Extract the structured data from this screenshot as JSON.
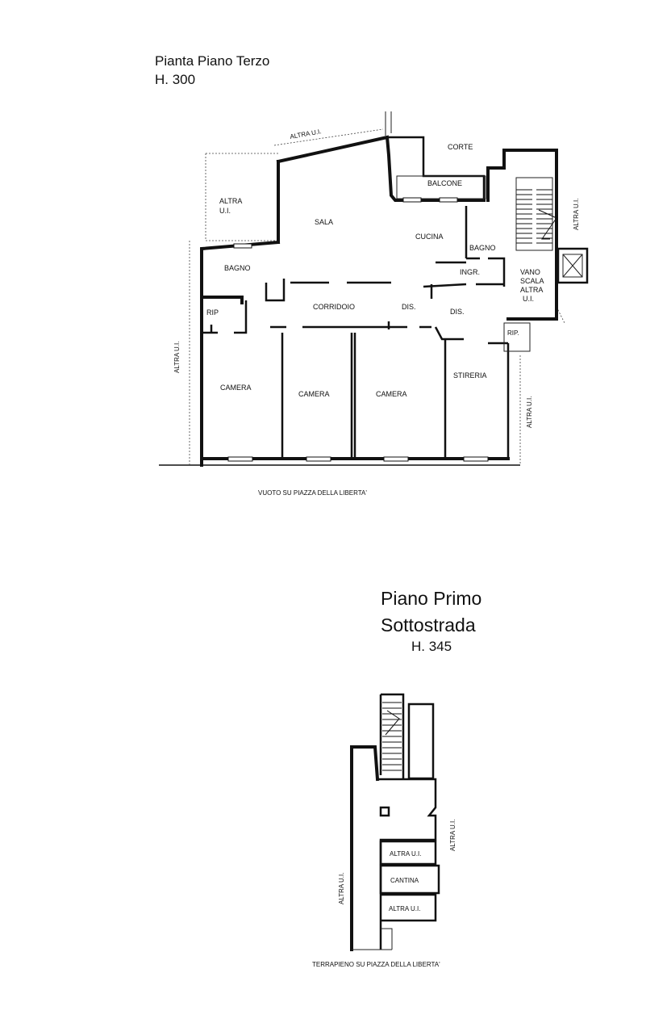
{
  "third_floor": {
    "title": "Pianta Piano Terzo",
    "height": "H. 300",
    "rooms": {
      "altra_ui_top": "ALTRA U.I.",
      "corte": "CORTE",
      "balcone": "BALCONE",
      "altra_ui_left_1": "ALTRA",
      "altra_ui_left_2": "U.I.",
      "sala": "SALA",
      "cucina": "CUCINA",
      "bagno_right": "BAGNO",
      "bagno_left": "BAGNO",
      "ingr": "INGR.",
      "vano_1": "VANO",
      "vano_2": "SCALA",
      "vano_3": "ALTRA",
      "vano_4": "U.I.",
      "rip_left": "RIP",
      "corridoio": "CORRIDOIO",
      "dis_1": "DIS.",
      "dis_2": "DIS.",
      "rip_right": "RIP.",
      "camera_1": "CAMERA",
      "camera_2": "CAMERA",
      "camera_3": "CAMERA",
      "stireria": "STIRERIA",
      "altra_ui_west": "ALTRA U.I.",
      "altra_ui_east_top": "ALTRA U.I.",
      "altra_ui_east_bottom": "ALTRA U.I."
    },
    "caption": "VUOTO SU PIAZZA DELLA LIBERTA'"
  },
  "basement": {
    "title_line1": "Piano Primo",
    "title_line2": "Sottostrada",
    "height": "H. 345",
    "rooms": {
      "altra_ui_1": "ALTRA U.I.",
      "cantina": "CANTINA",
      "altra_ui_2": "ALTRA U.I.",
      "altra_ui_west": "ALTRA U.I.",
      "altra_ui_east": "ALTRA U.I."
    },
    "caption": "TERRAPIENO SU PIAZZA DELLA LIBERTA'"
  }
}
